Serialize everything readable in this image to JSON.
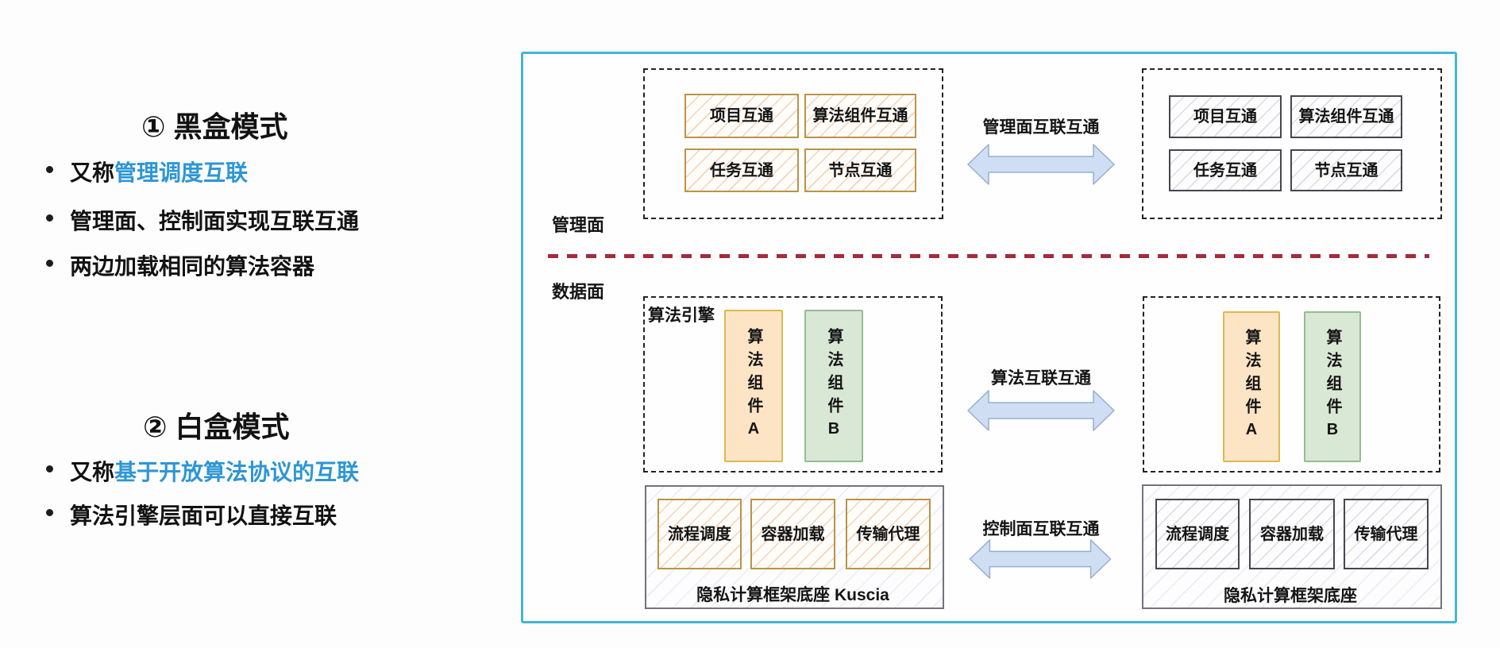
{
  "left_panel": {
    "sections": [
      {
        "title": "① 黑盒模式",
        "bullets": [
          {
            "text": "又称",
            "highlight": "管理调度互联"
          },
          {
            "text": "管理面、控制面实现互联互通",
            "highlight": ""
          },
          {
            "text": "两边加载相同的算法容器",
            "highlight": ""
          }
        ]
      },
      {
        "title": "② 白盒模式",
        "bullets": [
          {
            "text": "又称",
            "highlight": "基于开放算法协议的互联"
          },
          {
            "text": "算法引擎层面可以直接互联",
            "highlight": ""
          }
        ]
      }
    ],
    "highlight_color": "#2e96d5"
  },
  "diagram": {
    "plane_labels": {
      "management": "管理面",
      "data": "数据面"
    },
    "engine_label": "算法引擎",
    "arrows": {
      "management": "管理面互联互通",
      "algorithm": "算法互联互通",
      "control": "控制面互联互通"
    },
    "management_boxes": [
      "项目互通",
      "算法组件互通",
      "任务互通",
      "节点互通"
    ],
    "component_boxes": [
      "算法组件A",
      "算法组件B"
    ],
    "infra_boxes": [
      "流程调度",
      "容器加载",
      "传输代理"
    ],
    "infra_label_left": "隐私计算框架底座 Kuscia",
    "infra_label_right": "隐私计算框架底座",
    "icons": {
      "double_arrow": "double-arrow (drawn as SVG polygon)"
    },
    "colors": {
      "frame_border": "#44b6d3",
      "divider_red": "#a52a3d",
      "arrow_fill": "#cfdef2",
      "arrow_stroke": "#97aed0",
      "hatch_orange_border": "#bb9347",
      "hatch_gray_border": "#46464e",
      "infra_border": "#73737f",
      "component_a_fill": "#fce4c5",
      "component_a_border": "#ddb94f",
      "component_b_fill": "#d9e7d5",
      "component_b_border": "#93bd90",
      "highlight_text": "#2e96d5"
    }
  }
}
